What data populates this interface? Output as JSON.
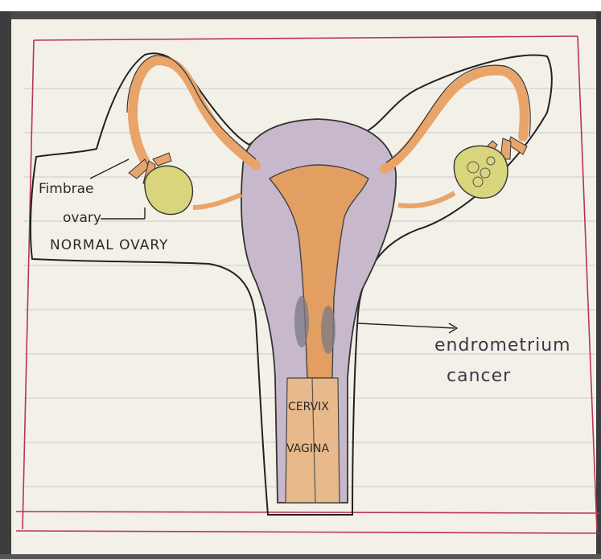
{
  "labels": {
    "fimbriae": "Fimbrae",
    "ovary": "ovary",
    "normal_ovary": "NORMAL OVARY",
    "endometrium": "endrometrium",
    "cancer": "cancer",
    "cervix": "CERVIX",
    "vagina": "VAGINA"
  },
  "colors": {
    "paper": "#f3f0e8",
    "tube": "#e9a46a",
    "ovary": "#d8d27a",
    "uterus_wall": "#c8b6c8",
    "cavity": "#e3a067",
    "margin_line": "#b8335a",
    "ruled_line": "#c9c2c9"
  }
}
